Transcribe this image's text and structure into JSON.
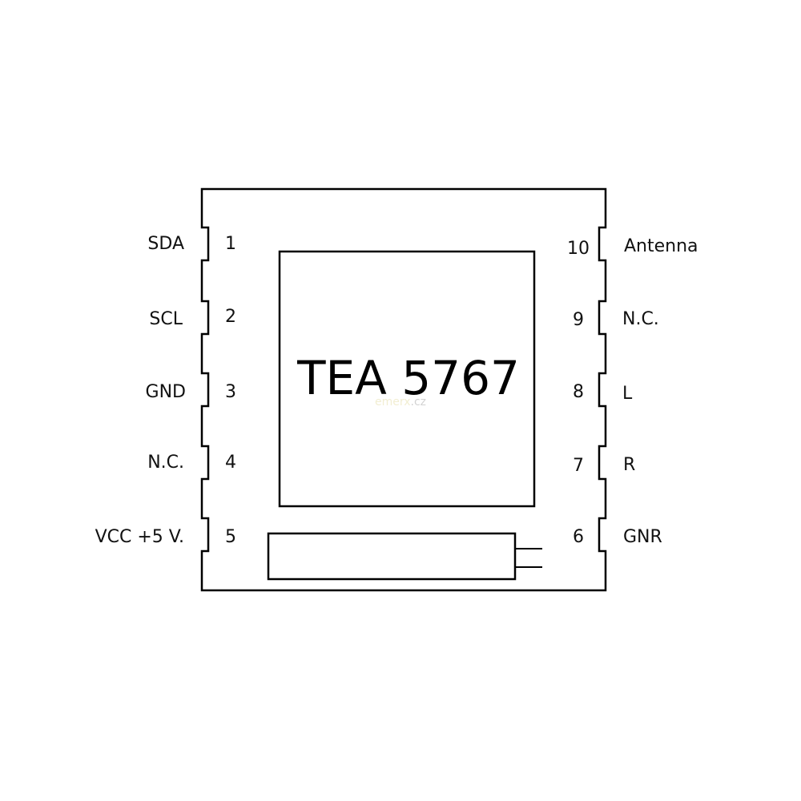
{
  "chip": {
    "title": "TEA 5767"
  },
  "watermark": {
    "brand": "emerx",
    "tld": ".cz"
  },
  "pins_left": [
    {
      "number": "1",
      "label": "SDA"
    },
    {
      "number": "2",
      "label": "SCL"
    },
    {
      "number": "3",
      "label": "GND"
    },
    {
      "number": "4",
      "label": "N.C."
    },
    {
      "number": "5",
      "label": "VCC +5 V."
    }
  ],
  "pins_right": [
    {
      "number": "10",
      "label": "Antenna"
    },
    {
      "number": "9",
      "label": "N.C."
    },
    {
      "number": "8",
      "label": "L"
    },
    {
      "number": "7",
      "label": "R"
    },
    {
      "number": "6",
      "label": "GNR"
    }
  ],
  "colors": {
    "outline": "#000000",
    "text": "#111111",
    "power_label": "#b0161c",
    "watermark_brand": "#f2eed2",
    "watermark_tld": "#d2d2d2"
  }
}
